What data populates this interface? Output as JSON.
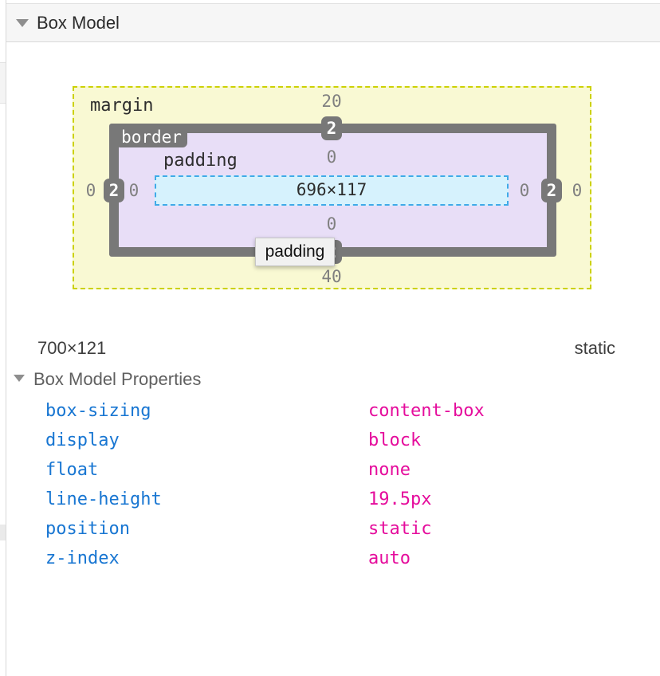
{
  "header": {
    "title": "Box Model"
  },
  "diagram": {
    "margin_label": "margin",
    "border_label": "border",
    "padding_label": "padding",
    "content_size": "696×117",
    "values": {
      "margin_top": "20",
      "margin_bottom": "40",
      "margin_left": "0",
      "margin_right": "0",
      "border_top": "2",
      "border_bottom": "2",
      "border_left": "2",
      "border_right": "2",
      "padding_top": "0",
      "padding_bottom": "0",
      "padding_left": "0",
      "padding_right": "0"
    },
    "tooltip": "padding",
    "colors": {
      "margin_fill": "#f9f9d3",
      "margin_dash": "#ccd104",
      "border_fill": "#787878",
      "padding_fill": "#e8def7",
      "content_fill": "#d6f2fd",
      "content_dash": "#3fabe8"
    }
  },
  "summary": {
    "dimensions": "700×121",
    "position": "static"
  },
  "properties_section": {
    "title": "Box Model Properties",
    "name_color": "#1876d2",
    "value_color": "#e50c9c",
    "rows": [
      {
        "name": "box-sizing",
        "value": "content-box"
      },
      {
        "name": "display",
        "value": "block"
      },
      {
        "name": "float",
        "value": "none"
      },
      {
        "name": "line-height",
        "value": "19.5px"
      },
      {
        "name": "position",
        "value": "static"
      },
      {
        "name": "z-index",
        "value": "auto"
      }
    ]
  }
}
